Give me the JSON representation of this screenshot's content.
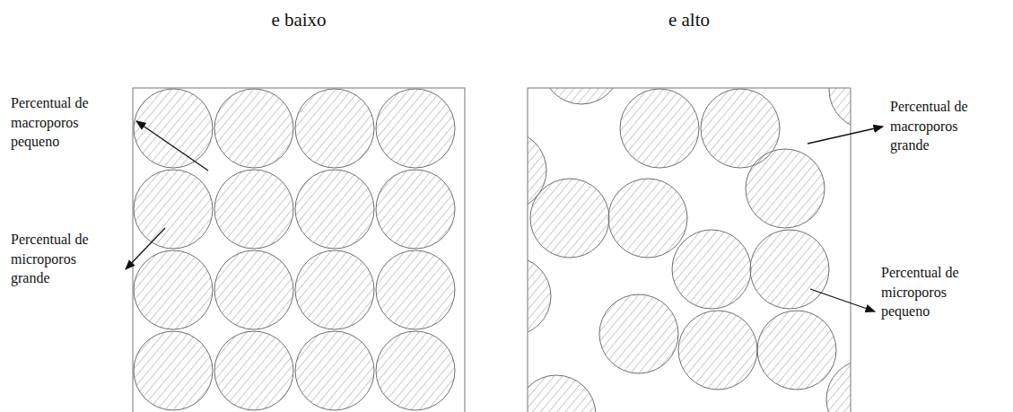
{
  "diagram": {
    "labels": [
      "e baixo",
      "e alto",
      "Percentual de macroporos pequeno",
      "Percentual de microporos grande",
      "Percentual de macroporos grande",
      "Percentual de microporos pequeno"
    ]
  }
}
